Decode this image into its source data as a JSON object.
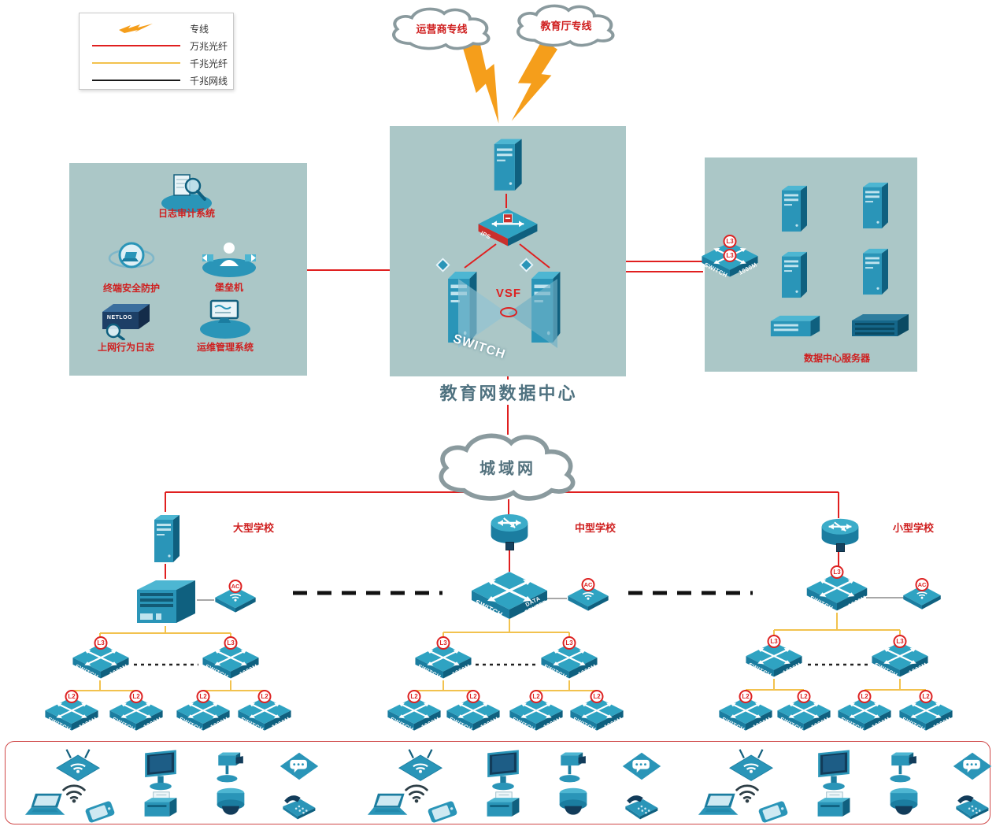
{
  "colors": {
    "line_10g": "#e01f1f",
    "line_1g": "#f2c24e",
    "line_copper": "#1a1a1a",
    "device_teal": "#2a95b8",
    "zone_bg": "#abc7c7",
    "label_red": "#cf1f1f"
  },
  "legend": {
    "items": [
      {
        "id": "dedicated-line",
        "label": "专线",
        "symbol": "lightning-icon"
      },
      {
        "id": "fiber-10g",
        "label": "万兆光纤",
        "symbol": "red-line"
      },
      {
        "id": "fiber-1g",
        "label": "千兆光纤",
        "symbol": "yellow-line"
      },
      {
        "id": "copper-1g",
        "label": "千兆网线",
        "symbol": "black-line"
      }
    ]
  },
  "clouds": {
    "carrier": "运营商专线",
    "education": "教育厅专线",
    "man": "城域网"
  },
  "datacenter": {
    "title": "教育网数据中心",
    "ips_label": "IPS",
    "vsf_label": "VSF",
    "switch_label": "SWITCH"
  },
  "security_zone": {
    "log_audit": "日志审计系统",
    "terminal_security": "终端安全防护",
    "bastion": "堡垒机",
    "netlog_badge": "NETLOG",
    "net_behavior": "上网行为日志",
    "ops_mgmt": "运维管理系统"
  },
  "server_zone": {
    "title": "数据中心服务器"
  },
  "schools": {
    "large": {
      "name": "大型学校"
    },
    "medium": {
      "name": "中型学校",
      "core_left": "SWITCH",
      "core_right": "DATA CENTER"
    },
    "small": {
      "name": "小型学校"
    }
  },
  "labels": {
    "switch_word": "SWITCH",
    "speed_1000m": "1000M",
    "l3": "L3",
    "l2": "L2",
    "ac": "AC"
  }
}
